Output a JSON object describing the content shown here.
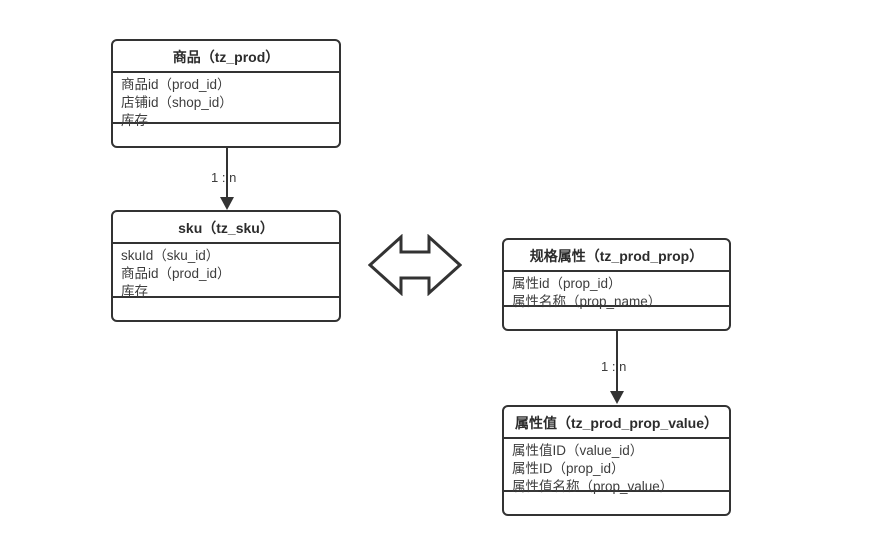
{
  "diagram": {
    "type": "er-diagram",
    "background": "#ffffff",
    "line_color": "#333333",
    "text_color": "#3d3d3d",
    "entities": [
      {
        "id": "prod",
        "title": "商品（tz_prod）",
        "attributes": [
          "商品id（prod_id）",
          "店铺id（shop_id）",
          "库存"
        ]
      },
      {
        "id": "sku",
        "title": "sku（tz_sku）",
        "attributes": [
          "skuId（sku_id）",
          "商品id（prod_id）",
          "库存"
        ]
      },
      {
        "id": "prod_prop",
        "title": "规格属性（tz_prod_prop）",
        "attributes": [
          "属性id（prop_id）",
          "属性名称（prop_name）"
        ]
      },
      {
        "id": "prod_prop_value",
        "title": "属性值（tz_prod_prop_value）",
        "attributes": [
          "属性值ID（value_id）",
          "属性ID（prop_id）",
          "属性值名称（prop_value）"
        ]
      }
    ],
    "relations": [
      {
        "id": "prod-sku",
        "label": "1 : n",
        "from": "prod",
        "to": "sku"
      },
      {
        "id": "prop-value",
        "label": "1 : n",
        "from": "prod_prop",
        "to": "prod_prop_value"
      }
    ],
    "link_arrow": {
      "id": "sku-prop-link",
      "shape": "double-headed-arrow",
      "label": ""
    }
  }
}
